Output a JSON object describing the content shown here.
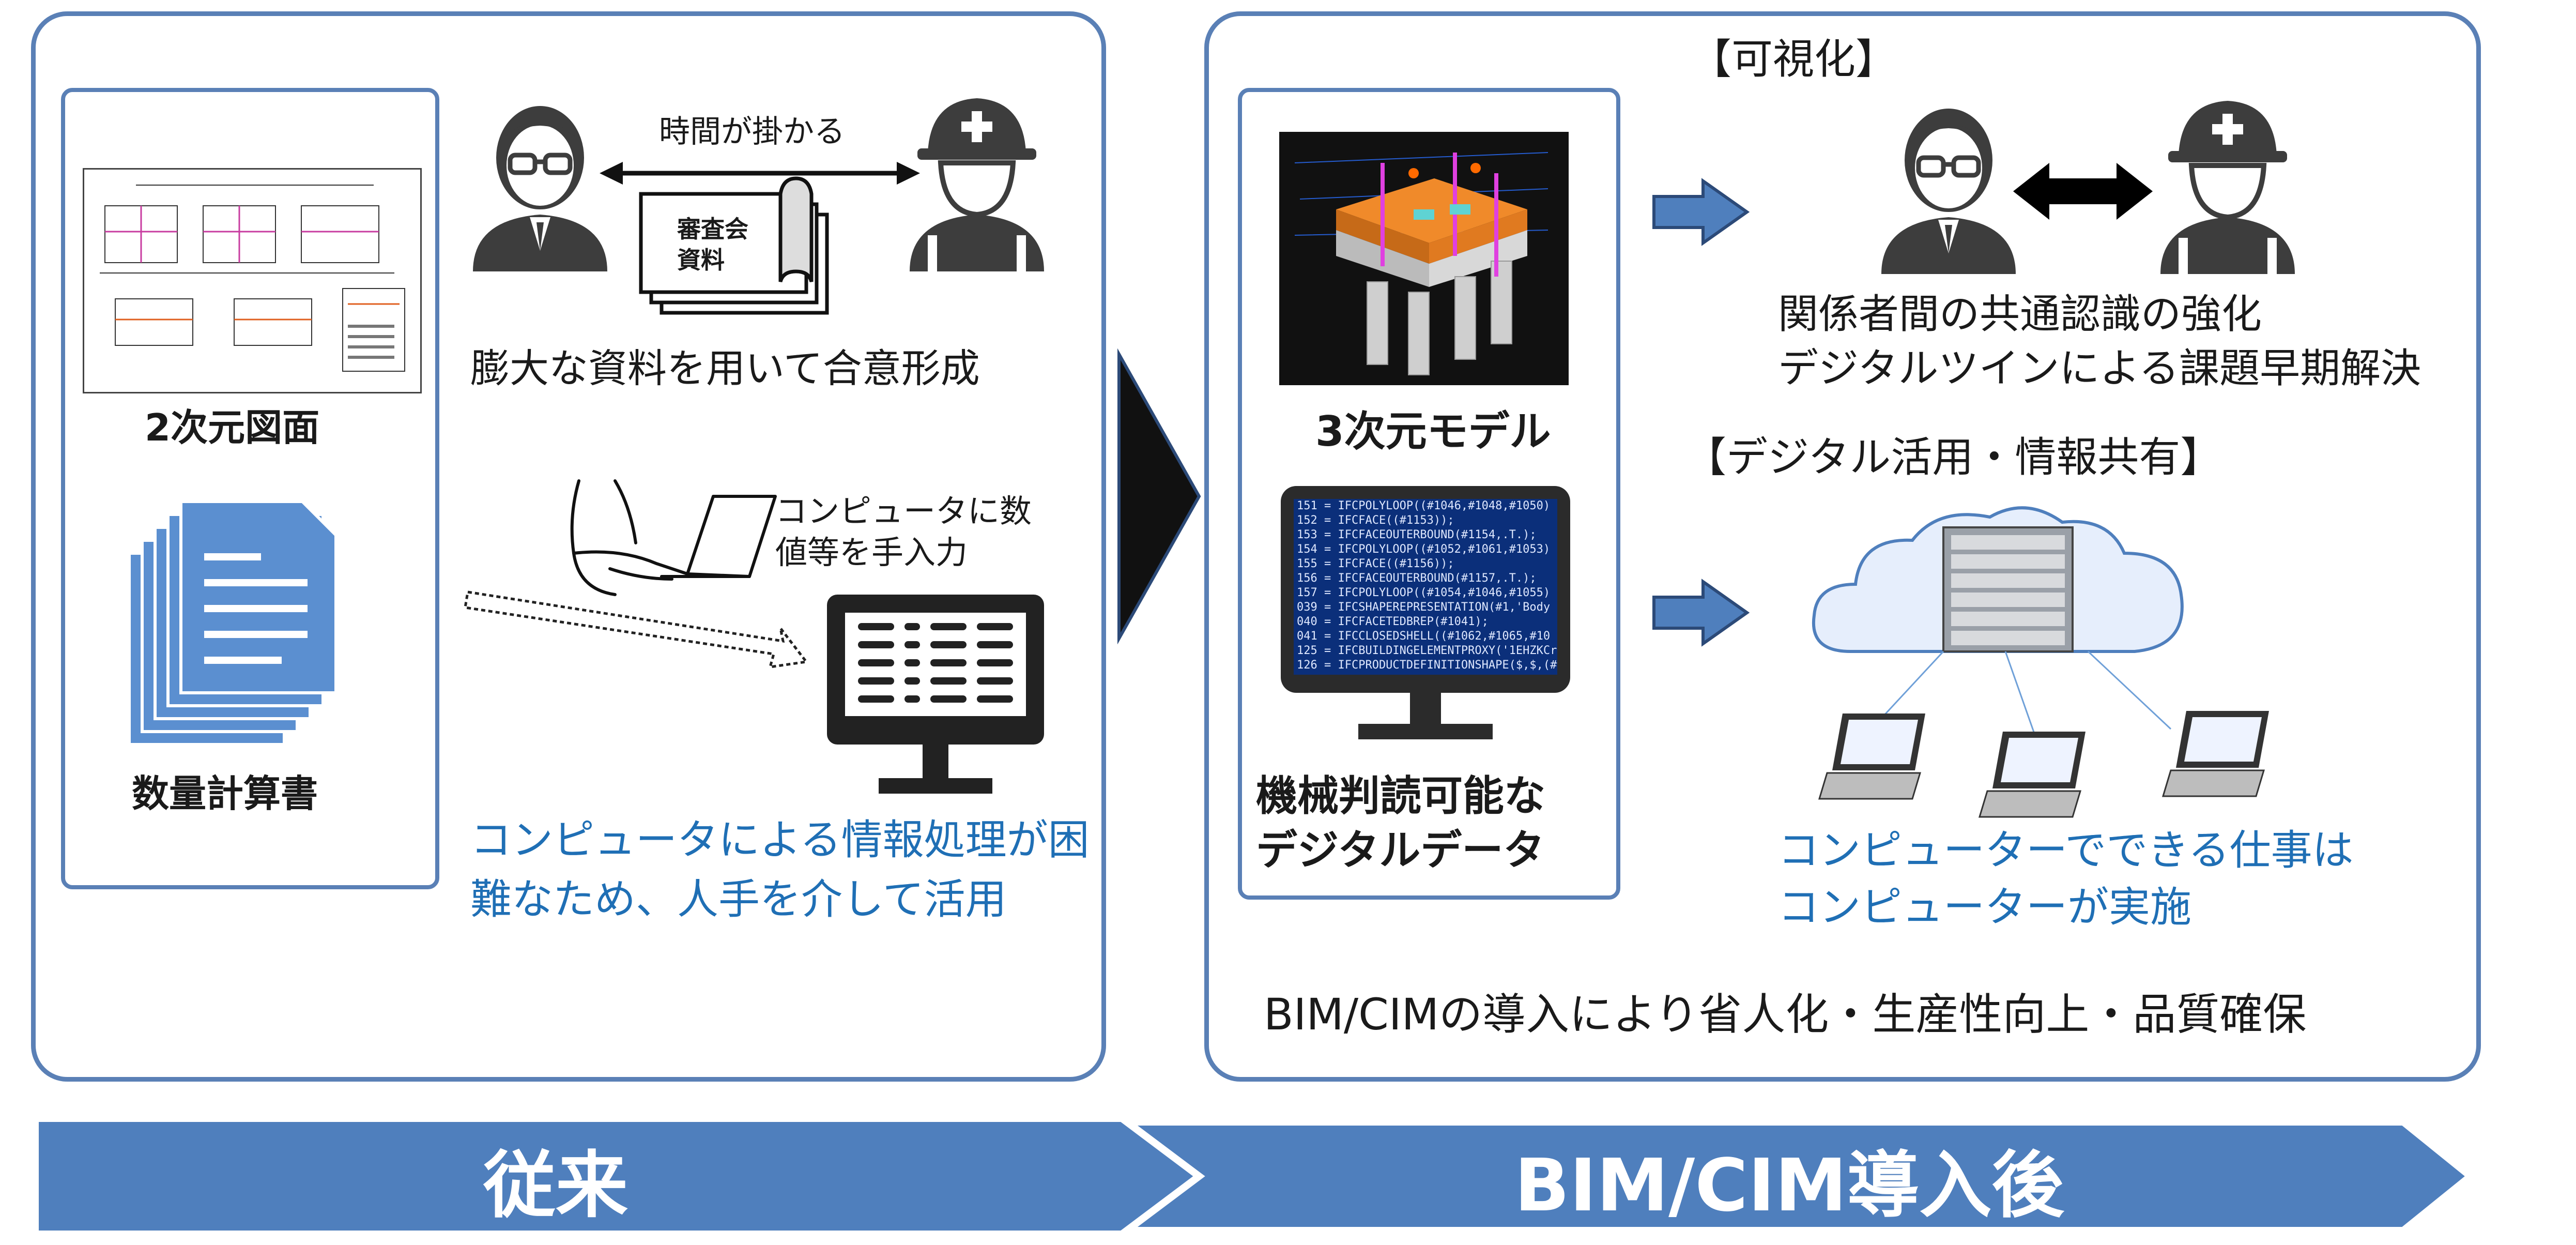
{
  "left": {
    "drawing_label": "2次元図面",
    "calc_label": "数量計算書",
    "time_label": "時間が掛かる",
    "docs_label_line1": "審査会",
    "docs_label_line2": "資料",
    "consensus_text": "膨大な資料を用いて合意形成",
    "manual_input_line1": "コンピュータに数",
    "manual_input_line2": "値等を手入力",
    "difficulty_line1": "コンピュータによる情報処理が困",
    "difficulty_line2": "難なため、人手を介して活用"
  },
  "right": {
    "model_label": "3次元モデル",
    "machine_label_line1": "機械判読可能な",
    "machine_label_line2": "デジタルデータ",
    "visualization_heading": "【可視化】",
    "visualization_line1": "関係者間の共通認識の強化",
    "visualization_line2": "デジタルツインによる課題早期解決",
    "digital_heading": "【デジタル活用・情報共有】",
    "computer_line1": "コンピューターでできる仕事は",
    "computer_line2": "コンピューターが実施",
    "summary": "BIM/CIMの導入により省人化・生産性向上・品質確保",
    "code_lines": [
      "151 = IFCPOLYLOOP((#1046,#1048,#1050)",
      "152 = IFCFACE((#1153));",
      "153 = IFCFACEOUTERBOUND(#1154,.T.);",
      "154 = IFCPOLYLOOP((#1052,#1061,#1053)",
      "155 = IFCFACE((#1156));",
      "156 = IFCFACEOUTERBOUND(#1157,.T.);",
      "157 = IFCPOLYLOOP((#1054,#1046,#1055)",
      "039 = IFCSHAPEREPRESENTATION(#1,'Body",
      "040 = IFCFACETEDBREP(#1041);",
      "041 = IFCCLOSEDSHELL((#1062,#1065,#10",
      "125 = IFCBUILDINGELEMENTPROXY('1EHZKCr",
      "126 = IFCPRODUCTDEFINITIONSHAPE($,$,(#"
    ]
  },
  "banner": {
    "before": "従来",
    "after": "BIM/CIM導入後"
  },
  "colors": {
    "accent": "#4f7fbd",
    "border": "#5a80b6",
    "blue_text": "#1f6fb5"
  }
}
